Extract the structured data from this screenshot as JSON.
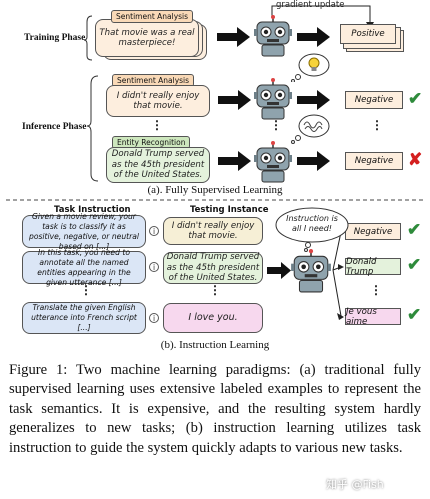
{
  "training": {
    "phase_label": "Training Phase",
    "task_tag": "Sentiment Analysis",
    "input_text": "That movie was a real masterpiece!",
    "gradient_label": "gradient update",
    "output": "Positive"
  },
  "inference": {
    "phase_label": "Inference Phase",
    "rows": [
      {
        "tag": "Sentiment Analysis",
        "input": "I didn't really enjoy that movie.",
        "output": "Negative",
        "result": "✔"
      },
      {
        "tag": "Entity Recognition",
        "input": "Donald Trump served as the 45th president of the United States.",
        "output": "Negative",
        "result": "✘"
      }
    ],
    "ellipsis": "⋮"
  },
  "subcaption_a": "(a). Fully Supervised Learning",
  "instruction": {
    "col_task": "Task Instruction",
    "col_test": "Testing Instance",
    "bubble": "Instruction is all I need!",
    "info_glyph": "i",
    "rows": [
      {
        "instruction": "Given a movie review, your task is to classify it as positive, negative, or neutral based on [...]",
        "instance": "I didn't really enjoy that movie.",
        "output": "Negative",
        "result": "✔"
      },
      {
        "instruction": "In this task, you need to annotate all the named entities appearing in the given utterance [...]",
        "instance": "Donald Trump served as the 45th president of the United States.",
        "output": "Donald Trump",
        "result": "✔"
      },
      {
        "instruction": "Translate the given English utterance into French script [...]",
        "instance": "I love you.",
        "output": "Je vous aime",
        "result": "✔"
      }
    ],
    "ellipsis": "⋮"
  },
  "subcaption_b": "(b). Instruction Learning",
  "caption": "Figure 1: Two machine learning paradigms: (a) traditional fully supervised learning uses extensive labeled examples to represent the task semantics. It is expensive, and the resulting system hardly generalizes to new tasks; (b) instruction learning utilizes task instruction to guide the system quickly adapts to various new tasks.",
  "watermark": "知乎 @Fish",
  "colors": {
    "sentiment_bg": "#fdeede",
    "entity_bg": "#e4f2dc",
    "instruction_bg": "#dbe6f6",
    "test_bg": "#f6efd6",
    "output_bg": "#fdeede",
    "translate_bg": "#f7d8ee",
    "check": "#2e8b3b",
    "cross": "#d42020"
  }
}
